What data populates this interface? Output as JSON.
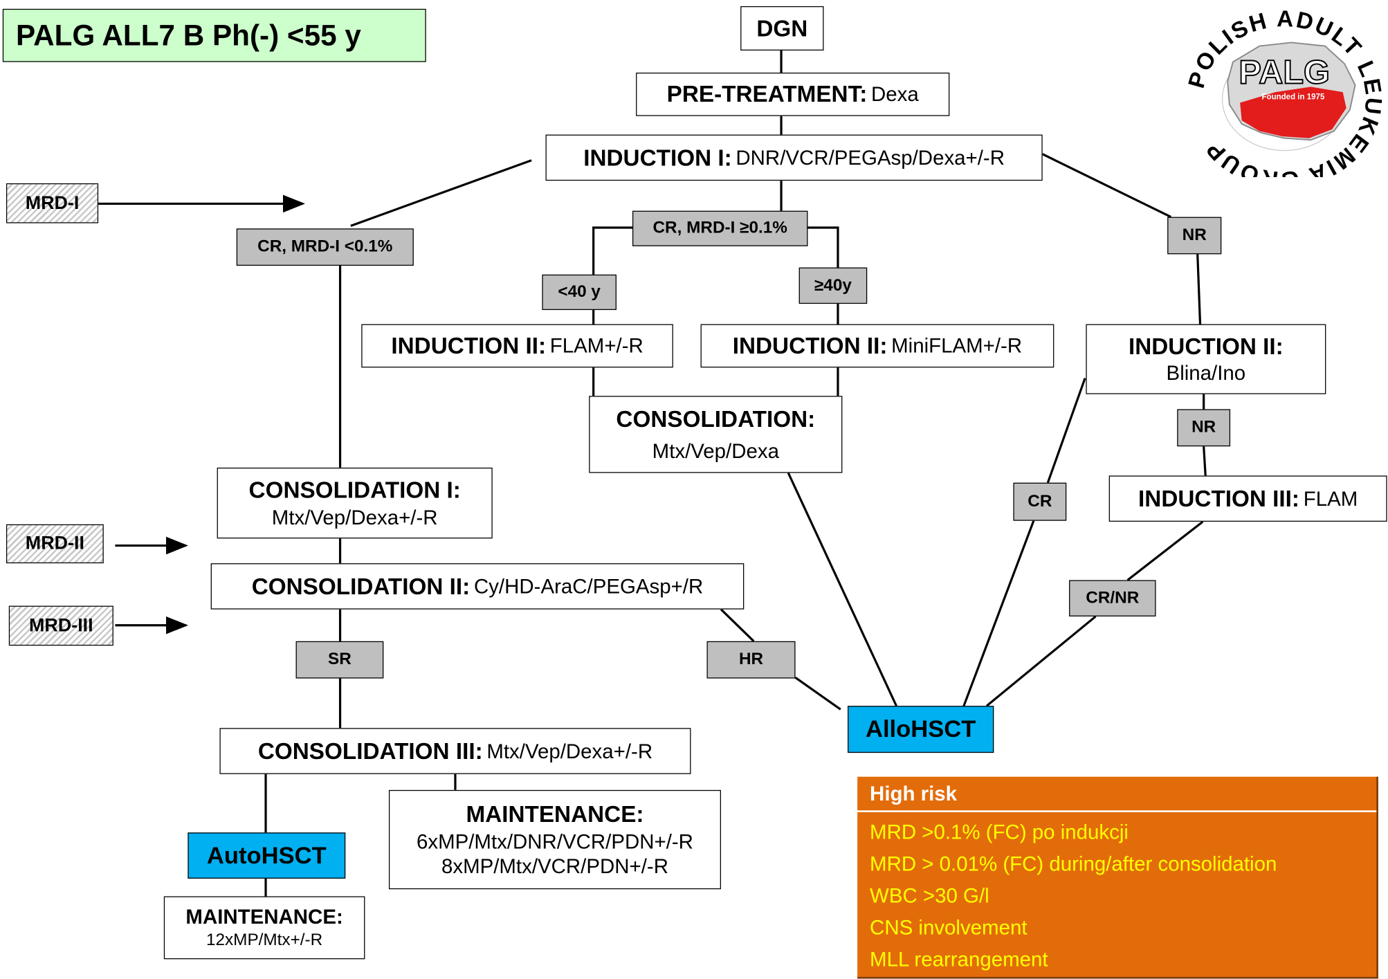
{
  "title": "PALG ALL7 B Ph(-) <55 y",
  "logo": {
    "ring_text": "POLISH ADULT LEUKEMIA GROUP",
    "center_text": "PALG",
    "founded": "Founded in 1975",
    "map_color": "#e31c1c"
  },
  "nodes": {
    "dgn": "DGN",
    "pretreatment": {
      "label": "PRE-TREATMENT:",
      "detail": "Dexa"
    },
    "induction1": {
      "label": "INDUCTION I:",
      "detail": "DNR/VCR/PEGAsp/Dexa+/-R"
    },
    "induction2_flam": {
      "label": "INDUCTION II:",
      "detail": "FLAM+/-R"
    },
    "induction2_miniflam": {
      "label": "INDUCTION II:",
      "detail": "MiniFLAM+/-R"
    },
    "induction2_blina": {
      "label": "INDUCTION II:",
      "detail": "Blina/Ino"
    },
    "induction3": {
      "label": "INDUCTION III:",
      "detail": "FLAM"
    },
    "consolidation_mid": {
      "label": "CONSOLIDATION:",
      "detail": "Mtx/Vep/Dexa"
    },
    "consolidation1": {
      "label": "CONSOLIDATION I:",
      "detail": "Mtx/Vep/Dexa+/-R"
    },
    "consolidation2": {
      "label": "CONSOLIDATION II:",
      "detail": "Cy/HD-AraC/PEGAsp+/R"
    },
    "consolidation3": {
      "label": "CONSOLIDATION III:",
      "detail": "Mtx/Vep/Dexa+/-R"
    },
    "maintenance_main": {
      "label": "MAINTENANCE:",
      "line1": "6xMP/Mtx/DNR/VCR/PDN+/-R",
      "line2": "8xMP/Mtx/VCR/PDN+/-R"
    },
    "maintenance_auto": {
      "label": "MAINTENANCE:",
      "detail": "12xMP/Mtx+/-R"
    },
    "autohsct": "AutoHSCT",
    "allohsct": "AlloHSCT"
  },
  "conditions": {
    "cr_mrd_low": "CR, MRD-I <0.1%",
    "cr_mrd_high": "CR, MRD-I ≥0.1%",
    "nr_top": "NR",
    "age_lt40": "<40 y",
    "age_ge40": "≥40y",
    "nr_mid": "NR",
    "cr": "CR",
    "cr_nr": "CR/NR",
    "sr": "SR",
    "hr": "HR"
  },
  "mrd_markers": [
    "MRD-I",
    "MRD-II",
    "MRD-III"
  ],
  "high_risk": {
    "title": "High risk",
    "items": [
      "MRD >0.1% (FC) po indukcji",
      "MRD > 0.01% (FC) during/after consolidation",
      "WBC >30 G/l",
      "CNS involvement",
      "MLL rearrangement"
    ]
  },
  "colors": {
    "title_bg": "#ccffcc",
    "condition_bg": "#bfbfbf",
    "hsct_bg": "#00b0f0",
    "high_risk_bg": "#e36c0a",
    "high_risk_items": "#ffff00"
  }
}
